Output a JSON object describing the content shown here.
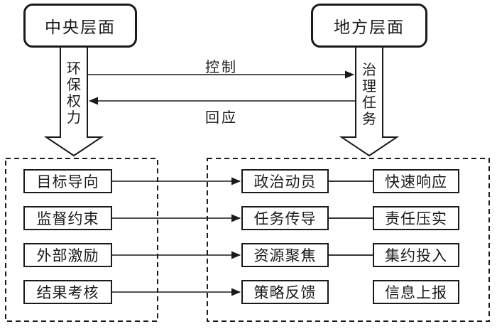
{
  "diagram": {
    "nodes": {
      "central": "中央层面",
      "local": "地方层面"
    },
    "flows": {
      "control": "控制",
      "response": "回应",
      "left_down_arrow": "环保权力",
      "right_down_arrow": "治理任务"
    },
    "left_panel": {
      "items": [
        "目标导向",
        "监督约束",
        "外部激励",
        "结果考核"
      ]
    },
    "right_panel": {
      "primary": [
        "政治动员",
        "任务传导",
        "资源聚焦",
        "策略反馈"
      ],
      "secondary": [
        "快速响应",
        "责任压实",
        "集约投入",
        "信息上报"
      ]
    },
    "colors": {
      "ink": "#1a1a1a",
      "background": "#ffffff"
    }
  }
}
